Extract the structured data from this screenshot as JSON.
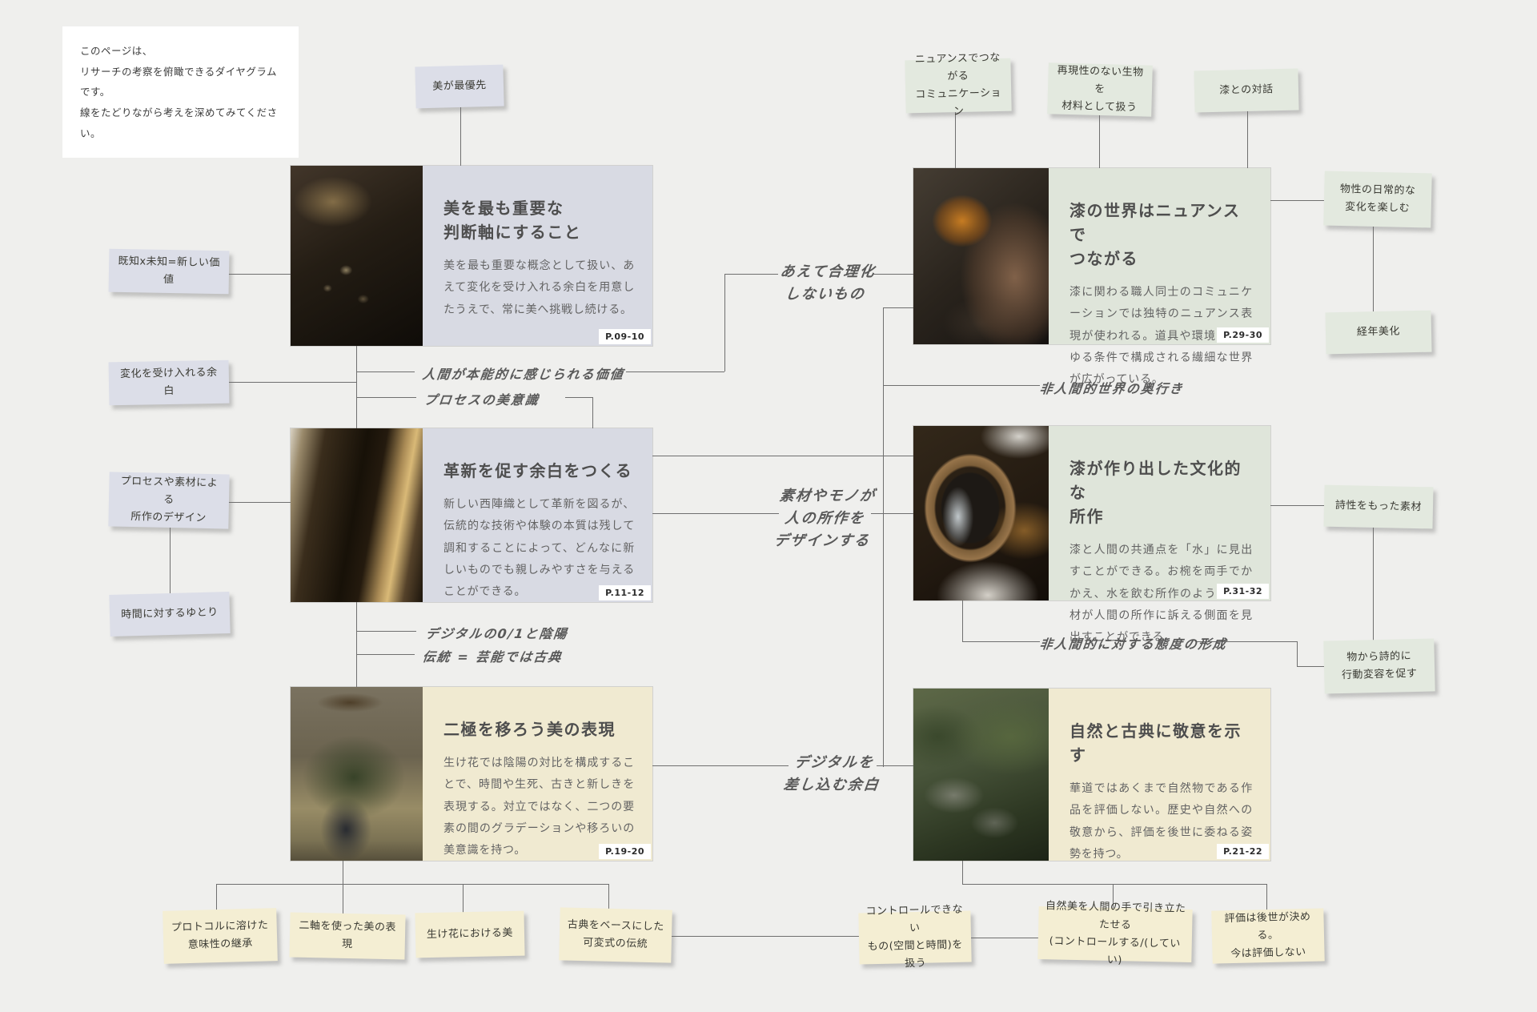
{
  "intro": {
    "text": "このページは、\nリサーチの考察を俯瞰できるダイヤグラムです。\n線をたどりながら考えを深めてみてください。"
  },
  "cards": [
    {
      "title": "美を最も重要な\n判断軸にすること",
      "body": "美を最も重要な概念として扱い、あえて変化を受け入れる余白を用意したうえで、常に美へ挑戦し続ける。",
      "page": "P.09-10"
    },
    {
      "title": "革新を促す余白をつくる",
      "body": "新しい西陣織として革新を図るが、伝統的な技術や体験の本質は残して調和することによって、どんなに新しいものでも親しみやすさを与えることができる。",
      "page": "P.11-12"
    },
    {
      "title": "二極を移ろう美の表現",
      "body": "生け花では陰陽の対比を構成することで、時間や生死、古きと新しきを表現する。対立ではなく、二つの要素の間のグラデーションや移ろいの美意識を持つ。",
      "page": "P.19-20"
    },
    {
      "title": "漆の世界はニュアンスで\nつながる",
      "body": "漆に関わる職人同士のコミュニケーションでは独特のニュアンス表現が使われる。道具や環境のあらゆる条件で構成される繊細な世界が広がっている。",
      "page": "P.29-30"
    },
    {
      "title": "漆が作り出した文化的な\n所作",
      "body": "漆と人間の共通点を「水」に見出すことができる。お椀を両手でかかえ、水を飲む所作のように、素材が人間の所作に訴える側面を見出すことができる。",
      "page": "P.31-32"
    },
    {
      "title": "自然と古典に敬意を示す",
      "body": "華道ではあくまで自然物である作品を評価しない。歴史や自然への敬意から、評価を後世に委ねる姿勢を持つ。",
      "page": "P.21-22"
    }
  ],
  "notes": [
    {
      "text": "美が最優先"
    },
    {
      "text": "既知x未知=新しい価値"
    },
    {
      "text": "変化を受け入れる余白"
    },
    {
      "text": "プロセスや素材による\n所作のデザイン"
    },
    {
      "text": "時間に対するゆとり"
    },
    {
      "text": "ニュアンスでつながる\nコミュニケーション"
    },
    {
      "text": "再現性のない生物を\n材料として扱う"
    },
    {
      "text": "漆との対話"
    },
    {
      "text": "物性の日常的な\n変化を楽しむ"
    },
    {
      "text": "経年美化"
    },
    {
      "text": "詩性をもった素材"
    },
    {
      "text": "物から詩的に\n行動変容を促す"
    },
    {
      "text": "プロトコルに溶けた\n意味性の継承"
    },
    {
      "text": "二軸を使った美の表現"
    },
    {
      "text": "生け花における美"
    },
    {
      "text": "古典をベースにした\n可変式の伝統"
    },
    {
      "text": "コントロールできない\nもの(空間と時間)を扱う"
    },
    {
      "text": "自然美を人間の手で引き立たたせる\n(コントロールする/(していい)"
    },
    {
      "text": "評価は後世が決める。\n今は評価しない"
    }
  ],
  "labels": [
    {
      "text": "人間が本能的に感じられる価値"
    },
    {
      "text": "プロセスの美意識"
    },
    {
      "text": "デジタルの0/1と陰陽"
    },
    {
      "text": "伝統 = 芸能では古典"
    },
    {
      "text": "あえて合理化\nしないもの"
    },
    {
      "text": "素材やモノが\n人の所作を\nデザインする"
    },
    {
      "text": "デジタルを\n差し込む余白"
    },
    {
      "text": "非人間的世界の奥行き"
    },
    {
      "text": "非人間的に対する態度の形成"
    }
  ],
  "colors": {
    "background": "#efefed",
    "card_lavender": "#d8dae3",
    "card_sage": "#dfe5da",
    "card_cream": "#f0ead1",
    "note_lavender": "#dcdee8",
    "note_green": "#e3e9df",
    "note_cream": "#f4eed3",
    "line": "#6f6f6f"
  }
}
